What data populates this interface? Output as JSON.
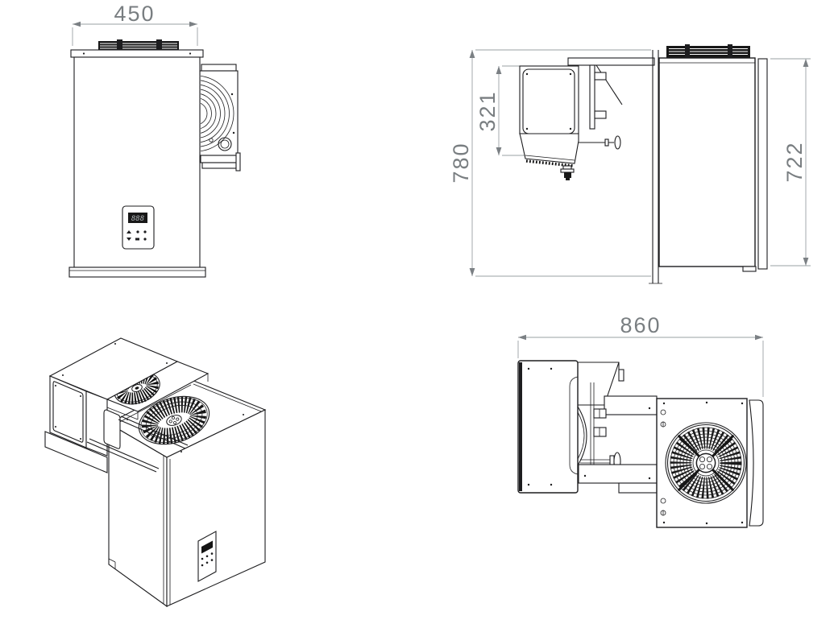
{
  "drawing": {
    "type": "technical-drawing",
    "subject": "monoblock refrigeration unit",
    "colors": {
      "background": "#ffffff",
      "line": "#1d1d1f",
      "dimension": "#7b8084",
      "dark_fill": "#181818"
    },
    "views": {
      "front": {
        "name": "front-view",
        "dim_width": {
          "value": "450",
          "orientation": "horizontal"
        },
        "control_panel": {
          "display_value": "888"
        }
      },
      "side": {
        "name": "side-view",
        "dim_total_height": {
          "value": "780",
          "orientation": "vertical"
        },
        "dim_evaporator_height": {
          "value": "321",
          "orientation": "vertical"
        },
        "dim_body_height": {
          "value": "722",
          "orientation": "vertical"
        }
      },
      "isometric": {
        "name": "isometric-view"
      },
      "top": {
        "name": "top-view",
        "dim_depth": {
          "value": "860",
          "orientation": "horizontal"
        }
      }
    }
  }
}
